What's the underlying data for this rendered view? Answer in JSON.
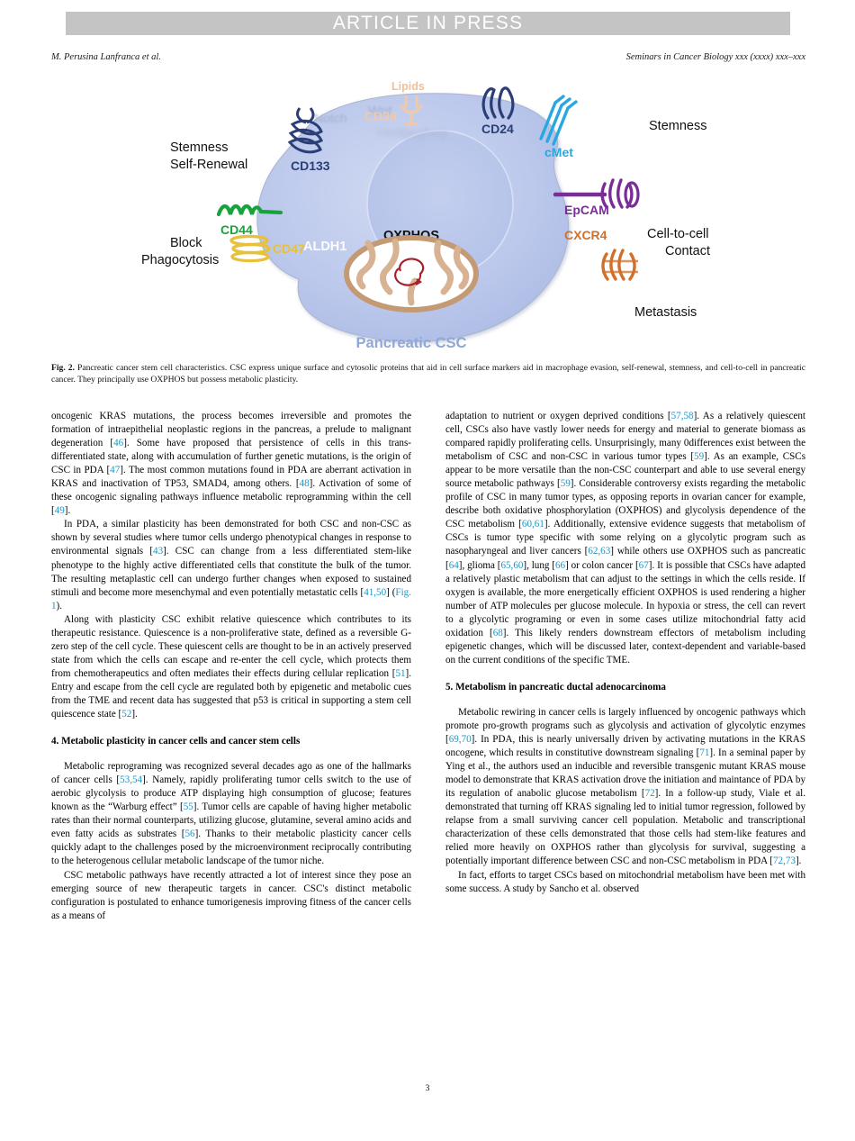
{
  "banner": {
    "text": "ARTICLE IN PRESS"
  },
  "running_head": {
    "left": "M. Perusina Lanfranca et al.",
    "right": "Seminars in Cancer Biology xxx (xxxx) xxx–xxx"
  },
  "figure": {
    "label": "Fig. 2.",
    "caption": "Pancreatic cancer stem cell characteristics. CSC express unique surface and cytosolic proteins that aid in cell surface markers aid in macrophage evasion, self-renewal, stemness, and cell-to-cell in pancreatic cancer. They principally use OXPHOS but possess metabolic plasticity.",
    "cell_label": "Pancreatic CSC",
    "center_label": "OXPHOS",
    "markers": {
      "cd133": "CD133",
      "cd44": "CD44",
      "cd47": "CD47",
      "aldh1": "ALDH1",
      "cd36": "CD36",
      "cd24": "CD24",
      "cmet": "cMet",
      "epcam": "EpCAM",
      "cxcr4": "CXCR4",
      "lipids": "Lipids"
    },
    "pathways": {
      "notch": "Notch",
      "wnt": "Wnt",
      "hedgehog": "Hedgeghog"
    },
    "annotations": {
      "stemness_left_line1": "Stemness",
      "stemness_left_line2": "Self-Renewal",
      "block_line1": "Block",
      "block_line2": "Phagocytosis",
      "stemness_right": "Stemness",
      "contact_line1": "Cell-to-cell",
      "contact_line2": "Contact",
      "metastasis": "Metastasis"
    },
    "colors": {
      "cell_fill": "#b9c7ea",
      "cd133": "#2a3f77",
      "cd44": "#17a33b",
      "cd47": "#e8c13c",
      "cd24": "#2a3f77",
      "cmet": "#29a8e0",
      "epcam": "#7b2d97",
      "cxcr4": "#d2702a",
      "cd36": "#f0c9a8",
      "aldh1": "#ffffff",
      "pathway_faded": "#9aa4bf",
      "cell_label": "#8fa8d8"
    }
  },
  "left_column": {
    "p1_a": "oncogenic KRAS mutations, the process becomes irreversible and promotes the formation of intraepithelial neoplastic regions in the pancreas, a prelude to malignant degeneration [",
    "p1_c1": "46",
    "p1_b": "]. Some have proposed that persistence of cells in this trans-differentiated state, along with accumulation of further genetic mutations, is the origin of CSC in PDA [",
    "p1_c2": "47",
    "p1_c": "]. The most common mutations found in PDA are aberrant activation in KRAS and inactivation of TP53, SMAD4, among others. [",
    "p1_c3": "48",
    "p1_d": "]. Activation of some of these oncogenic signaling pathways influence metabolic reprogramming within the cell [",
    "p1_c4": "49",
    "p1_e": "].",
    "p2_a": "In PDA, a similar plasticity has been demonstrated for both CSC and non-CSC as shown by several studies where tumor cells undergo phenotypical changes in response to environmental signals [",
    "p2_c1": "43",
    "p2_b": "]. CSC can change from a less differentiated stem-like phenotype to the highly active differentiated cells that constitute the bulk of the tumor. The resulting metaplastic cell can undergo further changes when exposed to sustained stimuli and become more mesenchymal and even potentially metastatic cells [",
    "p2_c2": "41,50",
    "p2_c": "] (",
    "p2_figref": "Fig. 1",
    "p2_d": ").",
    "p3_a": "Along with plasticity CSC exhibit relative quiescence which contributes to its therapeutic resistance. Quiescence is a non-proliferative state, defined as a reversible G-zero step of the cell cycle. These quiescent cells are thought to be in an actively preserved state from which the cells can escape and re-enter the cell cycle, which protects them from chemotherapeutics and often mediates their effects during cellular replication [",
    "p3_c1": "51",
    "p3_b": "]. Entry and escape from the cell cycle are regulated both by epigenetic and metabolic cues from the TME and recent data has suggested that p53 is critical in supporting a stem cell quiescence state [",
    "p3_c2": "52",
    "p3_c": "].",
    "heading4": "4. Metabolic plasticity in cancer cells and cancer stem cells",
    "p4_a": "Metabolic reprograming was recognized several decades ago as one of the hallmarks of cancer cells [",
    "p4_c1": "53,54",
    "p4_b": "]. Namely, rapidly proliferating tumor cells switch to the use of aerobic glycolysis to produce ATP displaying high consumption of glucose; features known as the “Warburg effect” [",
    "p4_c2": "55",
    "p4_c": "]. Tumor cells are capable of having higher metabolic rates than their normal counterparts, utilizing glucose, glutamine, several amino acids and even fatty acids as substrates [",
    "p4_c3": "56",
    "p4_d": "]. Thanks to their metabolic plasticity cancer cells quickly adapt to the challenges posed by the microenvironment reciprocally contributing to the heterogenous cellular metabolic landscape of the tumor niche.",
    "p5": "CSC metabolic pathways have recently attracted a lot of interest since they pose an emerging source of new therapeutic targets in cancer. CSC's distinct metabolic configuration is postulated to enhance tumorigenesis improving fitness of the cancer cells as a means of"
  },
  "right_column": {
    "p1_a": "adaptation to nutrient or oxygen deprived conditions [",
    "p1_c1": "57,58",
    "p1_b": "]. As a relatively quiescent cell, CSCs also have vastly lower needs for energy and material to generate biomass as compared rapidly proliferating cells. Unsurprisingly, many 0differences exist between the metabolism of CSC and non-CSC in various tumor types [",
    "p1_c2": "59",
    "p1_c": "]. As an example, CSCs appear to be more versatile than the non-CSC counterpart and able to use several energy source metabolic pathways [",
    "p1_c3": "59",
    "p1_d": "]. Considerable controversy exists regarding the metabolic profile of CSC in many tumor types, as opposing reports in ovarian cancer for example, describe both oxidative phosphorylation (OXPHOS) and glycolysis dependence of the CSC metabolism [",
    "p1_c4": "60,61",
    "p1_e": "]. Additionally, extensive evidence suggests that metabolism of CSCs is tumor type specific with some relying on a glycolytic program such as nasopharyngeal and liver cancers [",
    "p1_c5": "62,63",
    "p1_f": "] while others use OXPHOS such as pancreatic [",
    "p1_c6": "64",
    "p1_g": "], glioma [",
    "p1_c7": "65,60",
    "p1_h": "], lung [",
    "p1_c8": "66",
    "p1_i": "] or colon cancer [",
    "p1_c9": "67",
    "p1_j": "]. It is possible that CSCs have adapted a relatively plastic metabolism that can adjust to the settings in which the cells reside. If oxygen is available, the more energetically efficient OXPHOS is used rendering a higher number of ATP molecules per glucose molecule. In hypoxia or stress, the cell can revert to a glycolytic programing or even in some cases utilize mitochondrial fatty acid oxidation [",
    "p1_c10": "68",
    "p1_k": "]. This likely renders downstream effectors of metabolism including epigenetic changes, which will be discussed later, context-dependent and variable-based on the current conditions of the specific TME.",
    "heading5": "5. Metabolism in pancreatic ductal adenocarcinoma",
    "p2_a": "Metabolic rewiring in cancer cells is largely influenced by oncogenic pathways which promote pro-growth programs such as glycolysis and activation of glycolytic enzymes [",
    "p2_c1": "69,70",
    "p2_b": "]. In PDA, this is nearly universally driven by activating mutations in the KRAS oncogene, which results in constitutive downstream signaling [",
    "p2_c2": "71",
    "p2_c": "]. In a seminal paper by Ying et al., the authors used an inducible and reversible transgenic mutant KRAS mouse model to demonstrate that KRAS activation drove the initiation and maintance of PDA by its regulation of anabolic glucose metabolism [",
    "p2_c3": "72",
    "p2_d": "]. In a follow-up study, Viale et al. demonstrated that turning off KRAS signaling led to initial tumor regression, followed by relapse from a small surviving cancer cell population. Metabolic and transcriptional characterization of these cells demonstrated that those cells had stem-like features and relied more heavily on OXPHOS rather than glycolysis for survival, suggesting a potentially important difference between CSC and non-CSC metabolism in PDA [",
    "p2_c4": "72,73",
    "p2_e": "].",
    "p3": "In fact, efforts to target CSCs based on mitochondrial metabolism have been met with some success. A study by Sancho et al. observed"
  },
  "page_number": "3"
}
